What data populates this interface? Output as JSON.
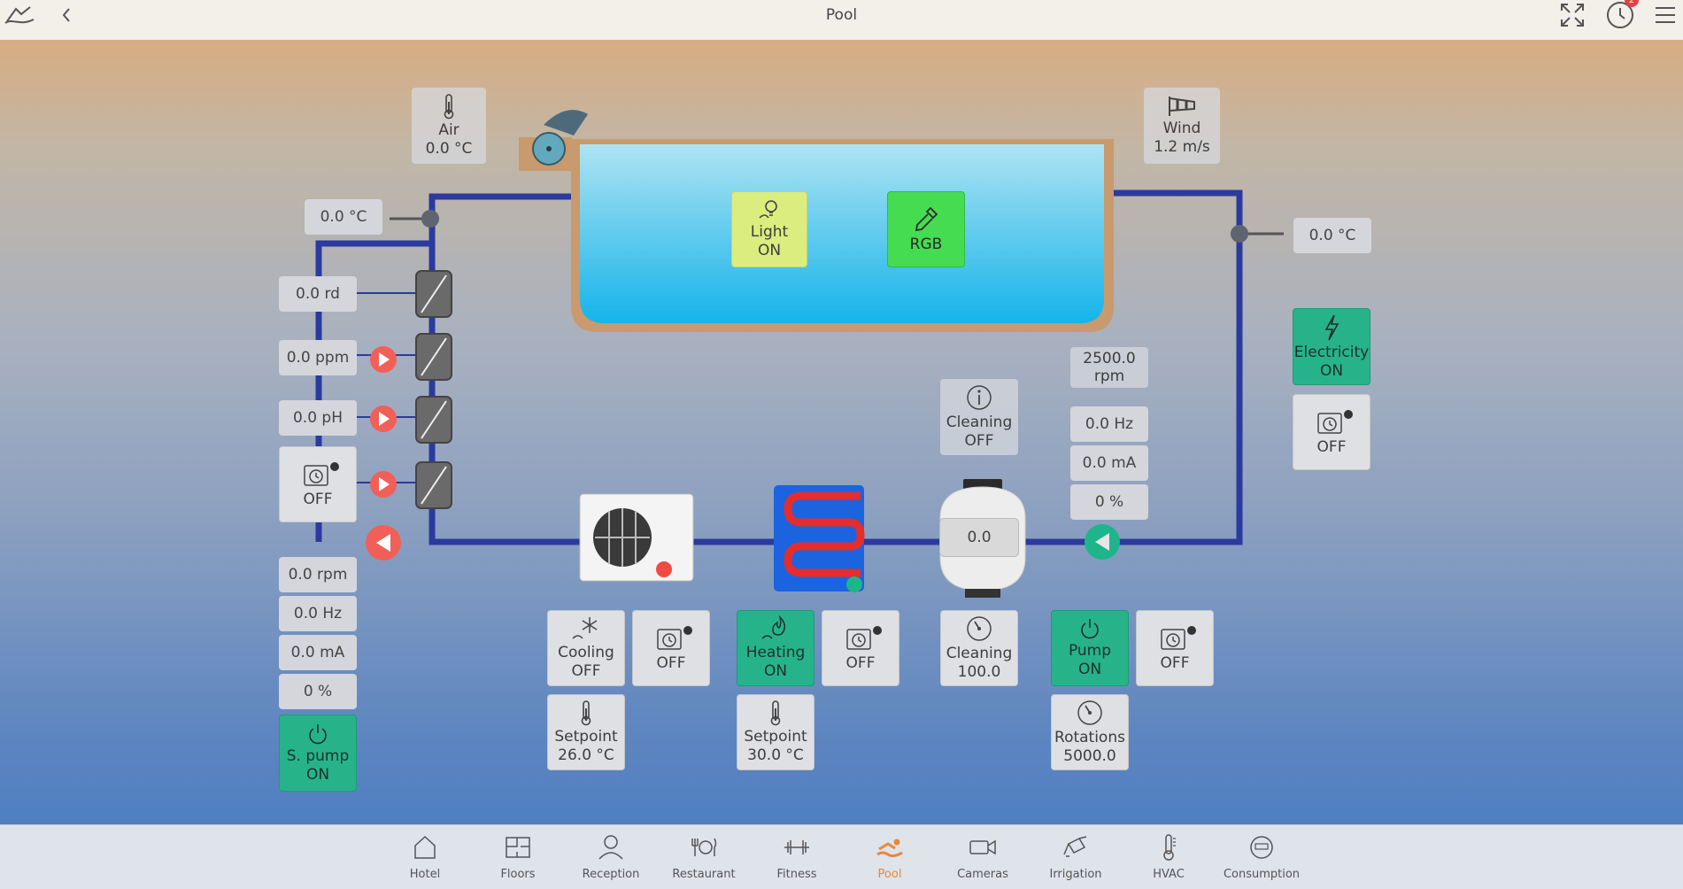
{
  "header": {
    "title": "Pool",
    "notification_count": "2"
  },
  "sensors": {
    "air": {
      "label": "Air",
      "value": "0.0 °C"
    },
    "wind": {
      "label": "Wind",
      "value": "1.2 m/s"
    },
    "temp_left": "0.0 °C",
    "temp_right": "0.0 °C",
    "rd": "0.0 rd",
    "ppm": "0.0 ppm",
    "ph": "0.0 pH"
  },
  "pool": {
    "light": {
      "label": "Light",
      "state": "ON"
    },
    "rgb": {
      "label": "RGB"
    }
  },
  "electricity": {
    "label": "Electricity",
    "state": "ON",
    "schedule": "OFF"
  },
  "left_schedule": "OFF",
  "s_pump": {
    "rpm": "0.0 rpm",
    "hz": "0.0 Hz",
    "ma": "0.0 mA",
    "pct": "0 %",
    "label": "S. pump",
    "state": "ON"
  },
  "cooling": {
    "label": "Cooling",
    "state": "OFF",
    "schedule": "OFF",
    "setpoint_label": "Setpoint",
    "setpoint_value": "26.0 °C"
  },
  "heating": {
    "label": "Heating",
    "state": "ON",
    "schedule": "OFF",
    "setpoint_label": "Setpoint",
    "setpoint_value": "30.0 °C"
  },
  "filter": {
    "value": "0.0",
    "cleaning_status_label": "Cleaning",
    "cleaning_status": "OFF",
    "cleaning_label": "Cleaning",
    "cleaning_value": "100.0"
  },
  "main_pump": {
    "rpm_value": "2500.0",
    "rpm_unit": "rpm",
    "hz": "0.0 Hz",
    "ma": "0.0 mA",
    "pct": "0 %",
    "label": "Pump",
    "state": "ON",
    "schedule": "OFF",
    "rotations_label": "Rotations",
    "rotations_value": "5000.0"
  },
  "nav": [
    {
      "label": "Hotel",
      "icon": "house-icon"
    },
    {
      "label": "Floors",
      "icon": "floorplan-icon"
    },
    {
      "label": "Reception",
      "icon": "person-icon"
    },
    {
      "label": "Restaurant",
      "icon": "cutlery-icon"
    },
    {
      "label": "Fitness",
      "icon": "dumbbell-icon"
    },
    {
      "label": "Pool",
      "icon": "swimmer-icon",
      "active": true
    },
    {
      "label": "Cameras",
      "icon": "camera-icon"
    },
    {
      "label": "Irrigation",
      "icon": "watering-can-icon"
    },
    {
      "label": "HVAC",
      "icon": "thermometer-icon"
    },
    {
      "label": "Consumption",
      "icon": "meter-icon"
    }
  ],
  "colors": {
    "pipe": "#2b3a9e",
    "active_green": "#27b38a",
    "light_yellow": "#dbed7e",
    "rgb_green": "#45dc52",
    "pump_red": "#f06058",
    "accent_orange": "#e8873b"
  }
}
